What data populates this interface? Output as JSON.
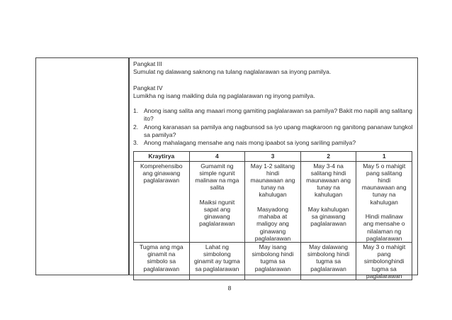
{
  "document": {
    "page_number": "8",
    "sections": [
      {
        "heading": "Pangkat III",
        "instruction": "Sumulat ng dalawang saknong na tulang naglalarawan sa inyong pamilya."
      },
      {
        "heading": "Pangkat IV",
        "instruction": "Lumikha ng isang maikling dula ng paglalarawan ng inyong pamilya."
      }
    ],
    "questions": [
      {
        "number": "1.",
        "text": "Anong isang salita ang maaari mong gamiting paglalarawan sa pamilya? Bakit mo napili ang salitang ito?"
      },
      {
        "number": "2.",
        "text": "Anong karanasan sa pamilya ang nagbunsod sa iyo upang magkaroon ng ganitong pananaw tungkol sa pamilya?"
      },
      {
        "number": "3.",
        "text": "Anong mahalagang mensahe ang nais mong ipaabot sa iyong sariling pamilya?"
      }
    ],
    "rubric": {
      "headers": [
        "Kraytirya",
        "4",
        "3",
        "2",
        "1"
      ],
      "rows": [
        [
          "Komprehensibo\nang ginawang\npaglalarawan",
          "Gumamit ng\nsimple ngunit\nmalinaw na mga\nsalita\n\nMaiksi ngunit\nsapat ang\nginawang\npaglalarawan",
          "May 1-2 salitang\nhindi\nmaunawaan ang\ntunay na\nkahulugan\n\nMasyadong\nmahaba at\nmaligoy ang\nginawang\npaglalarawan",
          "May 3-4 na\nsalitang hindi\nmaunawaan ang\ntunay na\nkahulugan\n\nMay kahulugan\nsa ginawang\npaglalarawan",
          "May 5 o mahigit\npang salitang\nhindi\nmaunawaan ang\ntunay na\nkahulugan\n\nHindi malinaw\nang mensahe o\nnilalaman ng\npaglalarawan"
        ],
        [
          "Tugma ang mga\nginamit na\nsimbolo sa\npaglalarawan",
          "Lahat ng\nsimbolong\nginamit ay tugma\nsa paglalarawan",
          "May isang\nsimbolong hindi\ntugma sa\npaglalarawan",
          "May dalawang\nsimbolong hindi\ntugma sa\npaglalarawan",
          "May 3 o mahigit\npang\nsimbolonghindi\ntugma sa\npaglalarawan"
        ]
      ]
    }
  },
  "colors": {
    "border": "#454545",
    "text": "#2a2a2a",
    "background": "#ffffff"
  }
}
